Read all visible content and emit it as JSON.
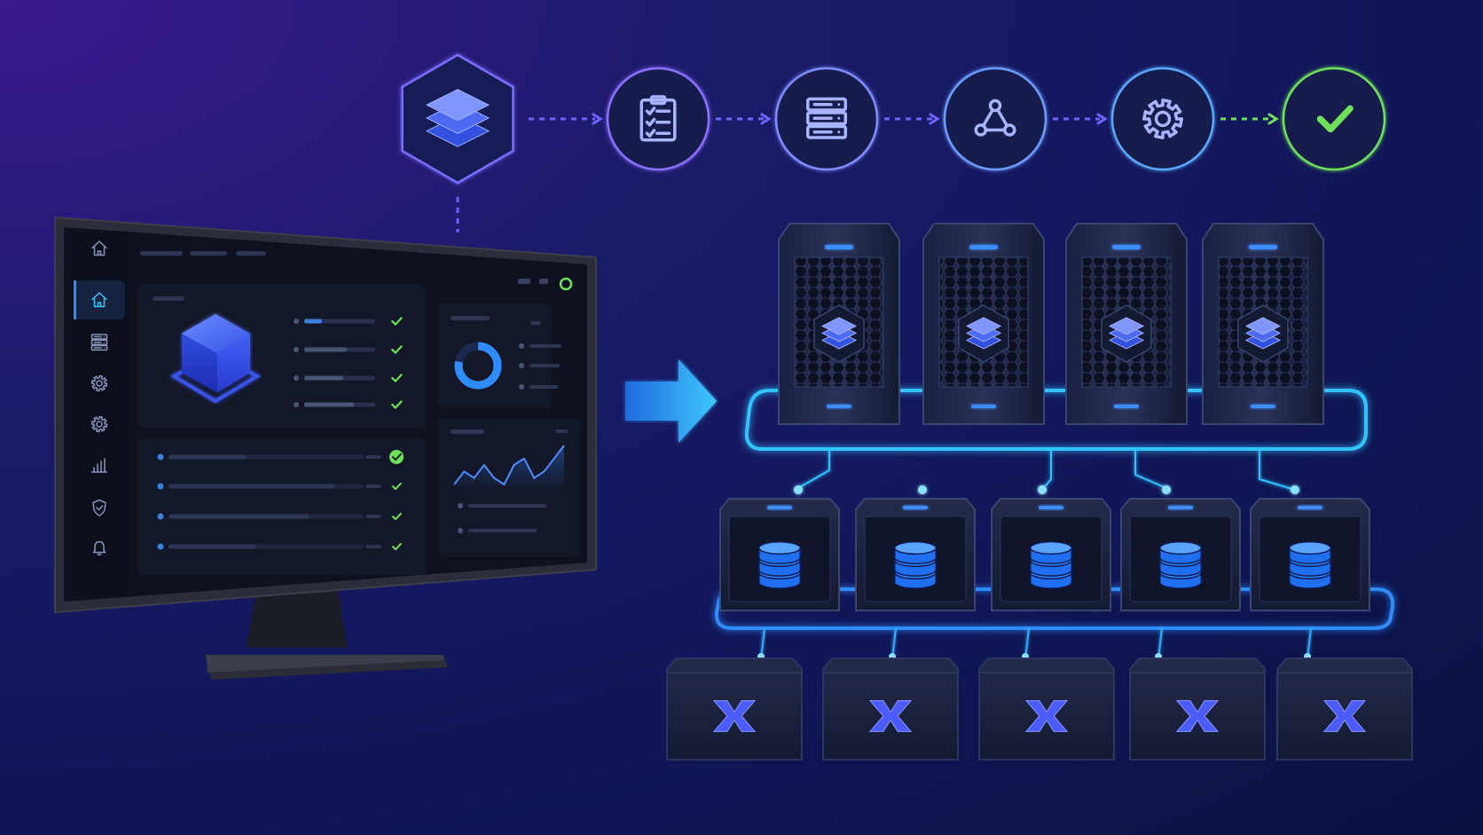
{
  "colors": {
    "bg_top_left": "#3a1a8f",
    "bg_mid": "#141a5e",
    "bg_bottom": "#0a1240",
    "accent_blue": "#2f8cff",
    "accent_cyan": "#33c3ff",
    "accent_violet": "#7b6cff",
    "accent_purple": "#8a56ff",
    "success_green": "#6ee05a",
    "panel_dark": "#11162a",
    "monitor_frame": "#23262f"
  },
  "pipeline": {
    "steps": [
      {
        "icon": "layers-icon"
      },
      {
        "icon": "clipboard-checklist-icon"
      },
      {
        "icon": "server-rack-icon"
      },
      {
        "icon": "network-nodes-icon"
      },
      {
        "icon": "gear-icon"
      },
      {
        "icon": "checkmark-icon"
      }
    ]
  },
  "dashboard": {
    "sidebar_icons": [
      "home-icon",
      "home-icon",
      "server-icon",
      "gear-icon",
      "gear-icon",
      "bar-chart-icon",
      "shield-icon",
      "bell-icon"
    ],
    "checklist_progress": [
      0.25,
      0.6,
      0.55,
      0.7
    ],
    "task_rows_progress": [
      0.4,
      0.85,
      0.72,
      0.45
    ],
    "donut_fraction": 0.78,
    "trend_values": [
      3,
      5,
      4,
      6,
      4,
      3,
      6,
      7,
      4,
      5,
      7,
      9
    ]
  },
  "cluster": {
    "server_icon": "layers-icon",
    "database_icon": "database-icon",
    "worker_icon": "x-logo-icon"
  }
}
